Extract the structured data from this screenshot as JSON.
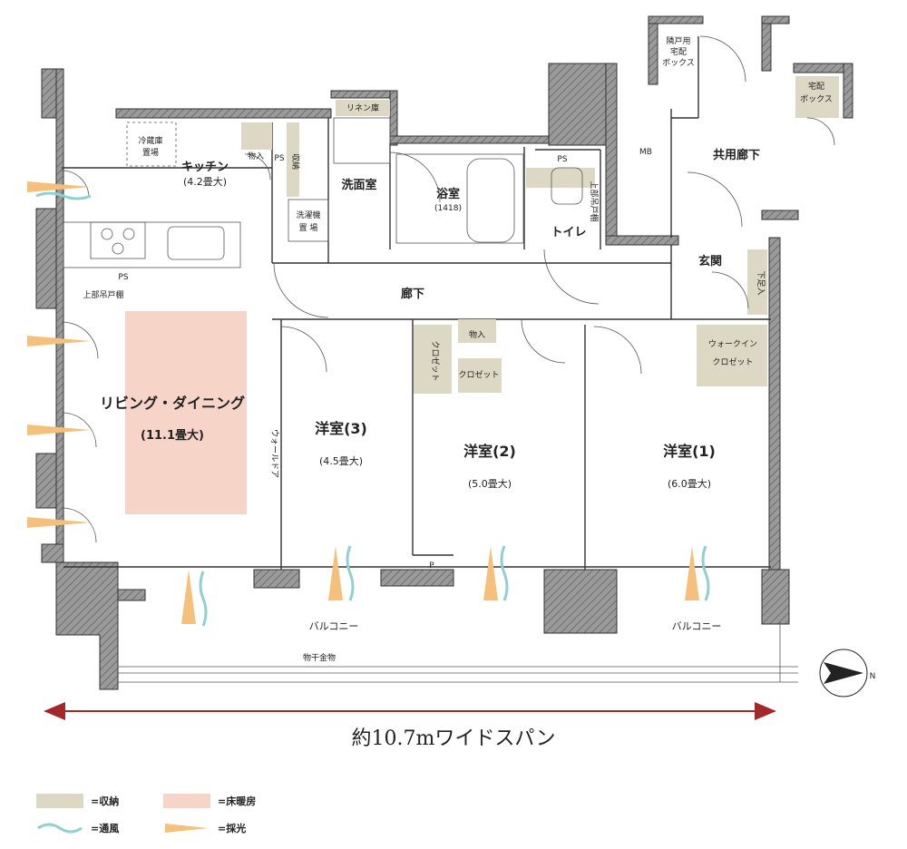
{
  "rooms": {
    "living": "リビング・ダイニング",
    "living_size": "(11.1畳大)",
    "kitchen": "キッチン",
    "kitchen_size": "(4.2畳大)",
    "fridge": "冷蔵庫",
    "fridge2": "置場",
    "washroom": "洗面室",
    "bath": "浴室",
    "bath_size": "(1418)",
    "toilet": "トイレ",
    "hall": "廊下",
    "entrance": "玄関",
    "shared_hall": "共用廊下",
    "mb": "MB",
    "room3": "洋室(3)",
    "room3_size": "(4.5畳大)",
    "room2": "洋室(2)",
    "room2_size": "(5.0畳大)",
    "room1": "洋室(1)",
    "room1_size": "(6.0畳大)",
    "balcony": "バルコニー",
    "dryer": "物干金物"
  },
  "fixtures": {
    "linen": "リネン庫",
    "storage": "物入",
    "storage_b": "物入",
    "ps": "PS",
    "ps2": "PS",
    "ps3": "PS",
    "p": "P",
    "upper_cabinet": "上部吊戸棚",
    "upper_cabinet_v": "上部吊戸棚",
    "washer": "洗濯機",
    "washer2": "置 場",
    "shoe": "下足入",
    "walk_in": "ウォークイン",
    "walk_in2": "クロゼット",
    "closet": "クロゼット",
    "closet_v": "クロゼット",
    "wall_door": "ウォールドア",
    "storage_v": "収納",
    "neighbor_box": "隣戸用",
    "neighbor_box2": "宅配",
    "neighbor_box3": "ボックス",
    "delivery": "宅配",
    "delivery2": "ボックス"
  },
  "span": "約10.7mワイドスパン",
  "compass": "N",
  "legend": {
    "storage": "=収納",
    "floor_heating": "=床暖房",
    "ventilation": "=通風",
    "daylight": "=採光"
  },
  "colors": {
    "storage": "#ddd8c4",
    "floor_heating": "#f7d4c8",
    "ventilation": "#8fd0d3",
    "daylight": "#f4c07c",
    "dimension_arrow": "#a3282a"
  }
}
